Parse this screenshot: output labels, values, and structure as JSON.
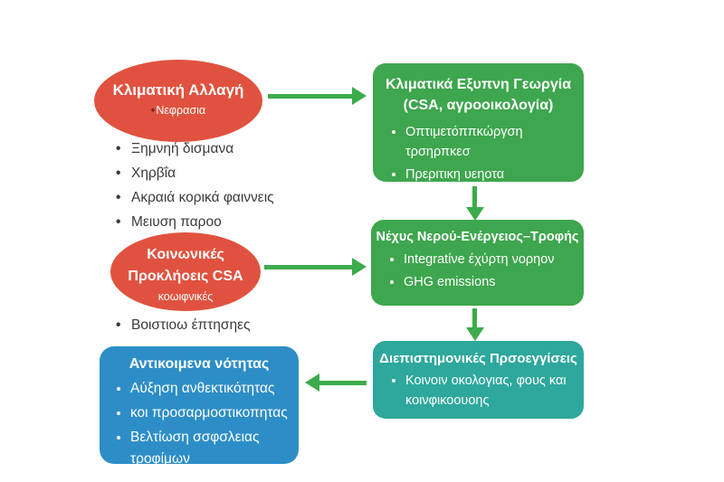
{
  "colors": {
    "ellipse_red": "#e0523f",
    "box_green": "#3ea64e",
    "box_teal": "#2ea89c",
    "box_blue": "#2d8ec7",
    "arrow_green": "#3cab4b",
    "dark_text": "#3b3b3b"
  },
  "climate_ellipse": {
    "title": "Κλιματική Αλλαγή",
    "subtext": "Νεφρασια"
  },
  "climate_impacts": {
    "items": [
      "Ξημνηή δισμανα",
      "Χηρβΐα",
      "Ακραιά κορικά φαιννεις",
      "Μειυση παροο"
    ]
  },
  "csa_box": {
    "title_line1": "Κλιματικά Εξυπνη Γεωργία",
    "title_line2": "(CSA, αγροοικολογία)",
    "bullets": [
      "Οπτιμετόππκώργση τρσηρπκεσ",
      "Πρεριτικη υεηοτα"
    ]
  },
  "nexus_box": {
    "title": "Νέχυς Νερού-Ενέργειος–Τροφής",
    "bullets": [
      "Integratίνe έχύρτη νορηον",
      "GHG emissions"
    ]
  },
  "social_ellipse": {
    "title_line1": "Κοινωνικές",
    "title_line2": "Προκλήοεις CSA",
    "subtext": "κοωιφνικές"
  },
  "social_impacts": {
    "items": [
      "Βοιστιοω έπτησηες"
    ]
  },
  "interdisciplinary_box": {
    "title": "Διεπιστημονικές Πρσοεγγίσεις",
    "bullets": [
      "Κοινοιν οκολογιας, φους και κοινφικοουοης"
    ]
  },
  "outcomes_box": {
    "title": "Αντικοιμενα νότητας",
    "bullets": [
      "Αύξηση ανθεκτικότητας",
      "κοι προσαρμοστικοπητας",
      "Βελτίωση σσφσλειας τροφίμων"
    ]
  }
}
